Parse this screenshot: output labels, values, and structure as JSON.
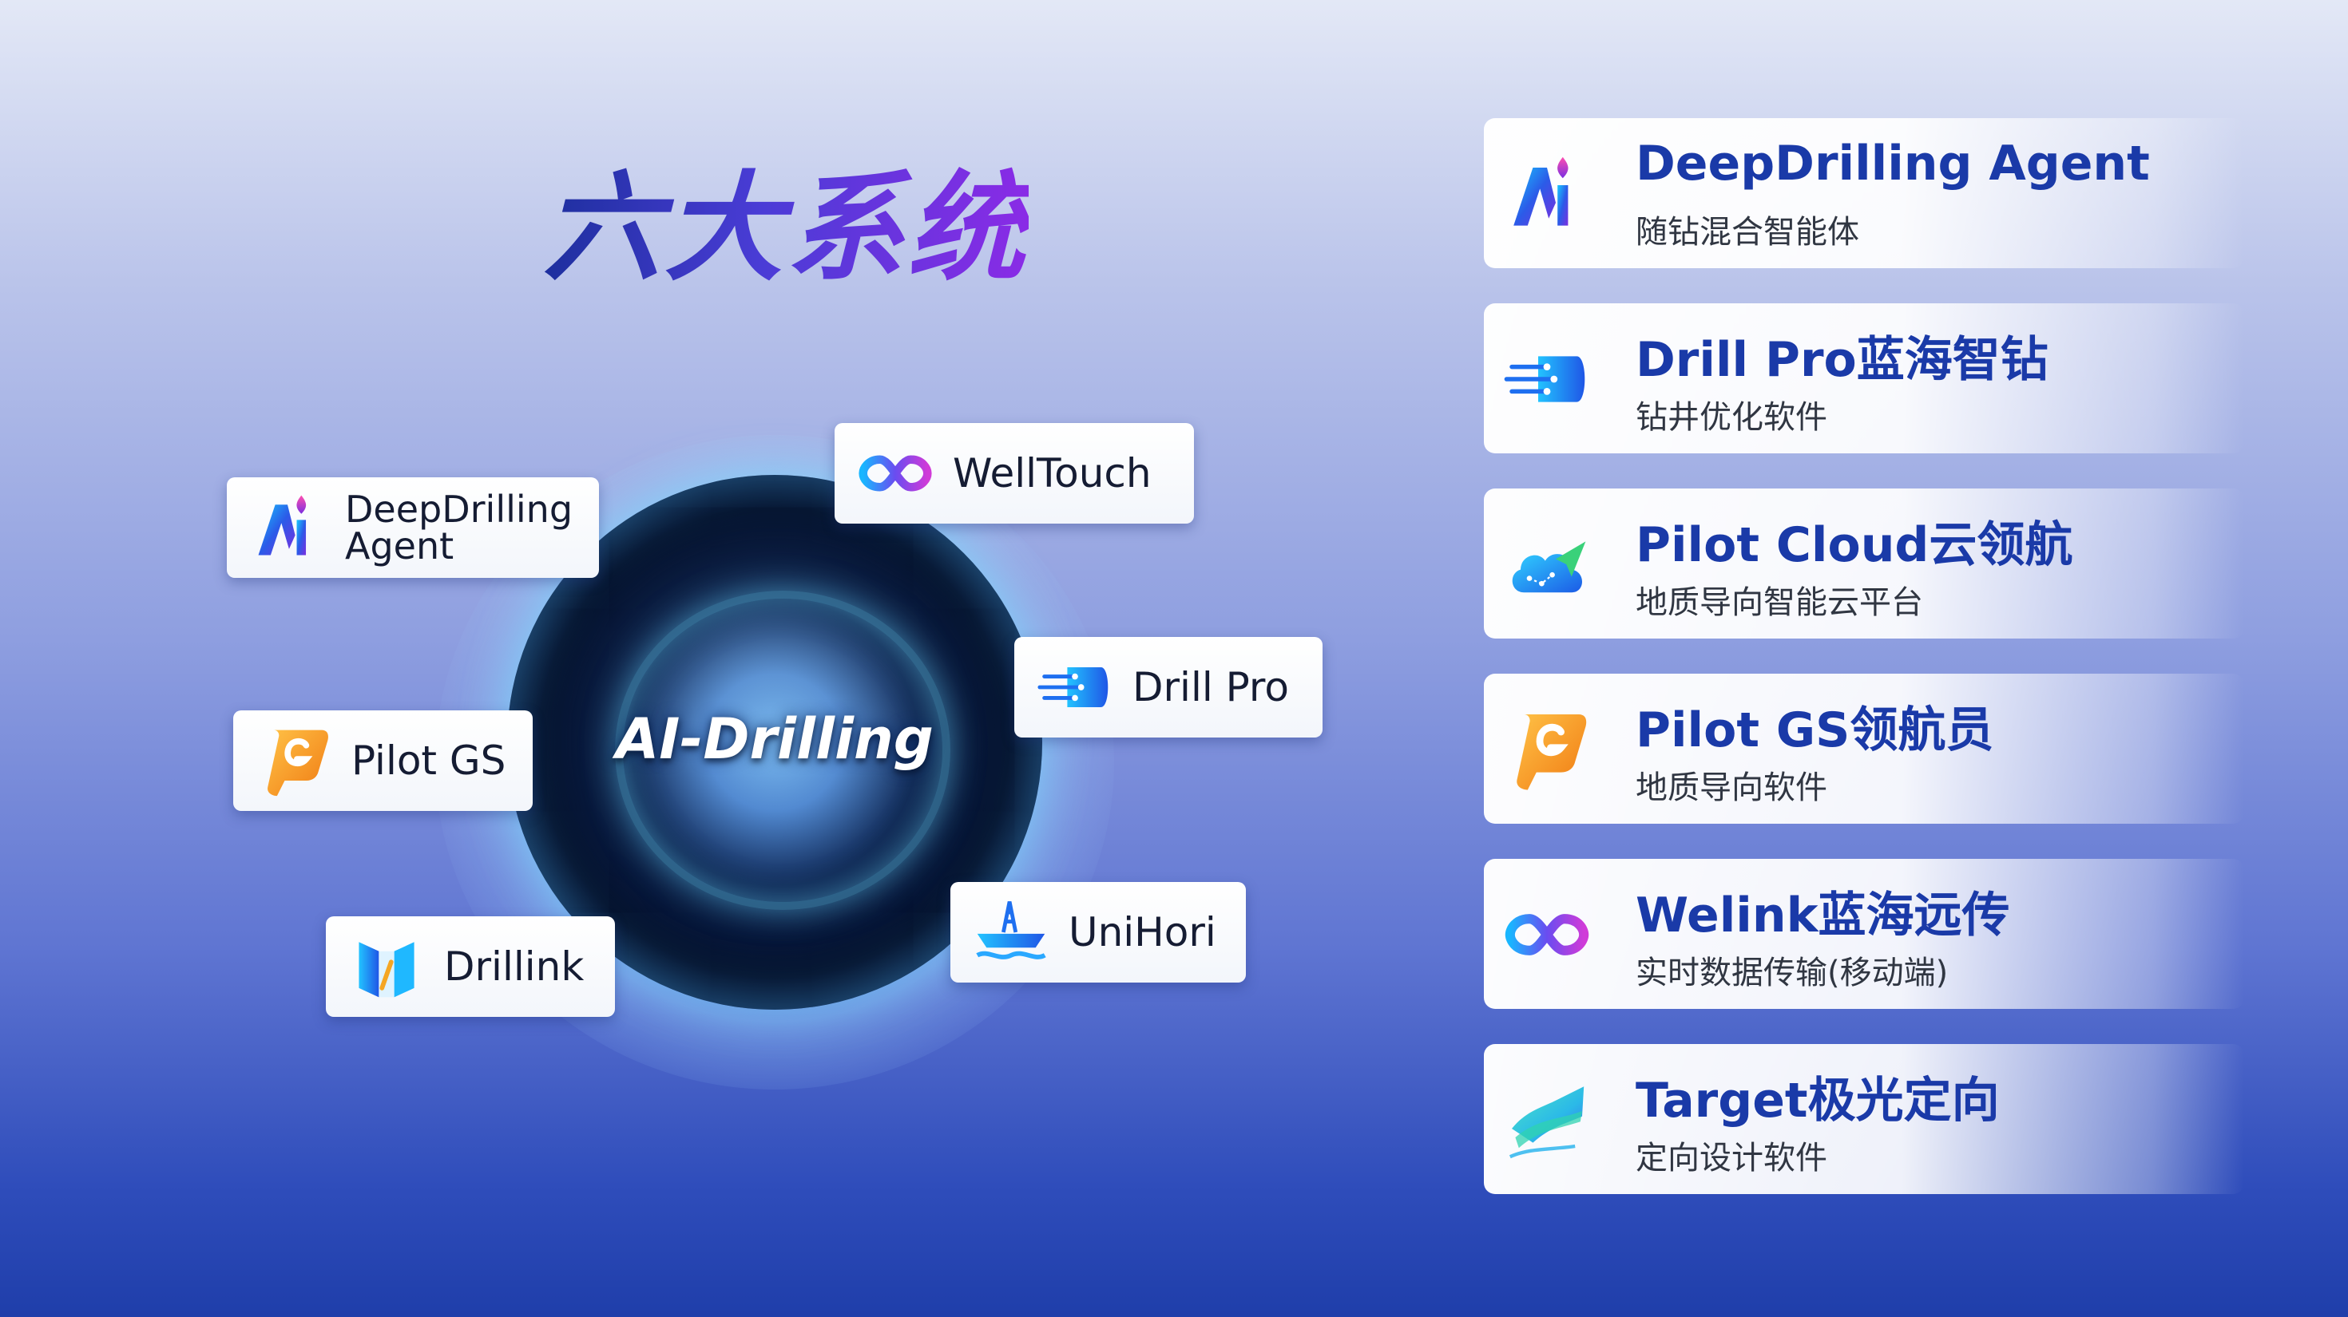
{
  "heading": "六大系统",
  "hub": {
    "label": "AI-Drilling"
  },
  "orbit_items": [
    {
      "label": "DeepDrilling\nAgent",
      "icon": "ai-logo-icon"
    },
    {
      "label": "WellTouch",
      "icon": "infinity-link-icon"
    },
    {
      "label": "Drill Pro",
      "icon": "speed-lines-icon"
    },
    {
      "label": "Pilot GS",
      "icon": "pilot-gs-logo-icon"
    },
    {
      "label": "UniHori",
      "icon": "ship-rig-icon"
    },
    {
      "label": "Drillink",
      "icon": "drillink-logo-icon"
    }
  ],
  "systems": [
    {
      "name": "DeepDrilling Agent",
      "desc": "随钻混合智能体",
      "icon": "ai-logo-icon"
    },
    {
      "name": "Drill Pro蓝海智钻",
      "desc": "钻井优化软件",
      "icon": "speed-lines-icon"
    },
    {
      "name": "Pilot Cloud云领航",
      "desc": "地质导向智能云平台",
      "icon": "cloud-navigation-icon"
    },
    {
      "name": "Pilot GS领航员",
      "desc": "地质导向软件",
      "icon": "pilot-gs-logo-icon"
    },
    {
      "name": "Welink蓝海远传",
      "desc": "实时数据传输(移动端)",
      "icon": "infinity-link-icon"
    },
    {
      "name": "Target极光定向",
      "desc": "定向设计软件",
      "icon": "aurora-target-icon"
    }
  ],
  "colors": {
    "title_start": "#1d2f9e",
    "title_end": "#8a2be6",
    "card_title": "#1a3aa8",
    "hub_glow": "#7fe0ff"
  }
}
